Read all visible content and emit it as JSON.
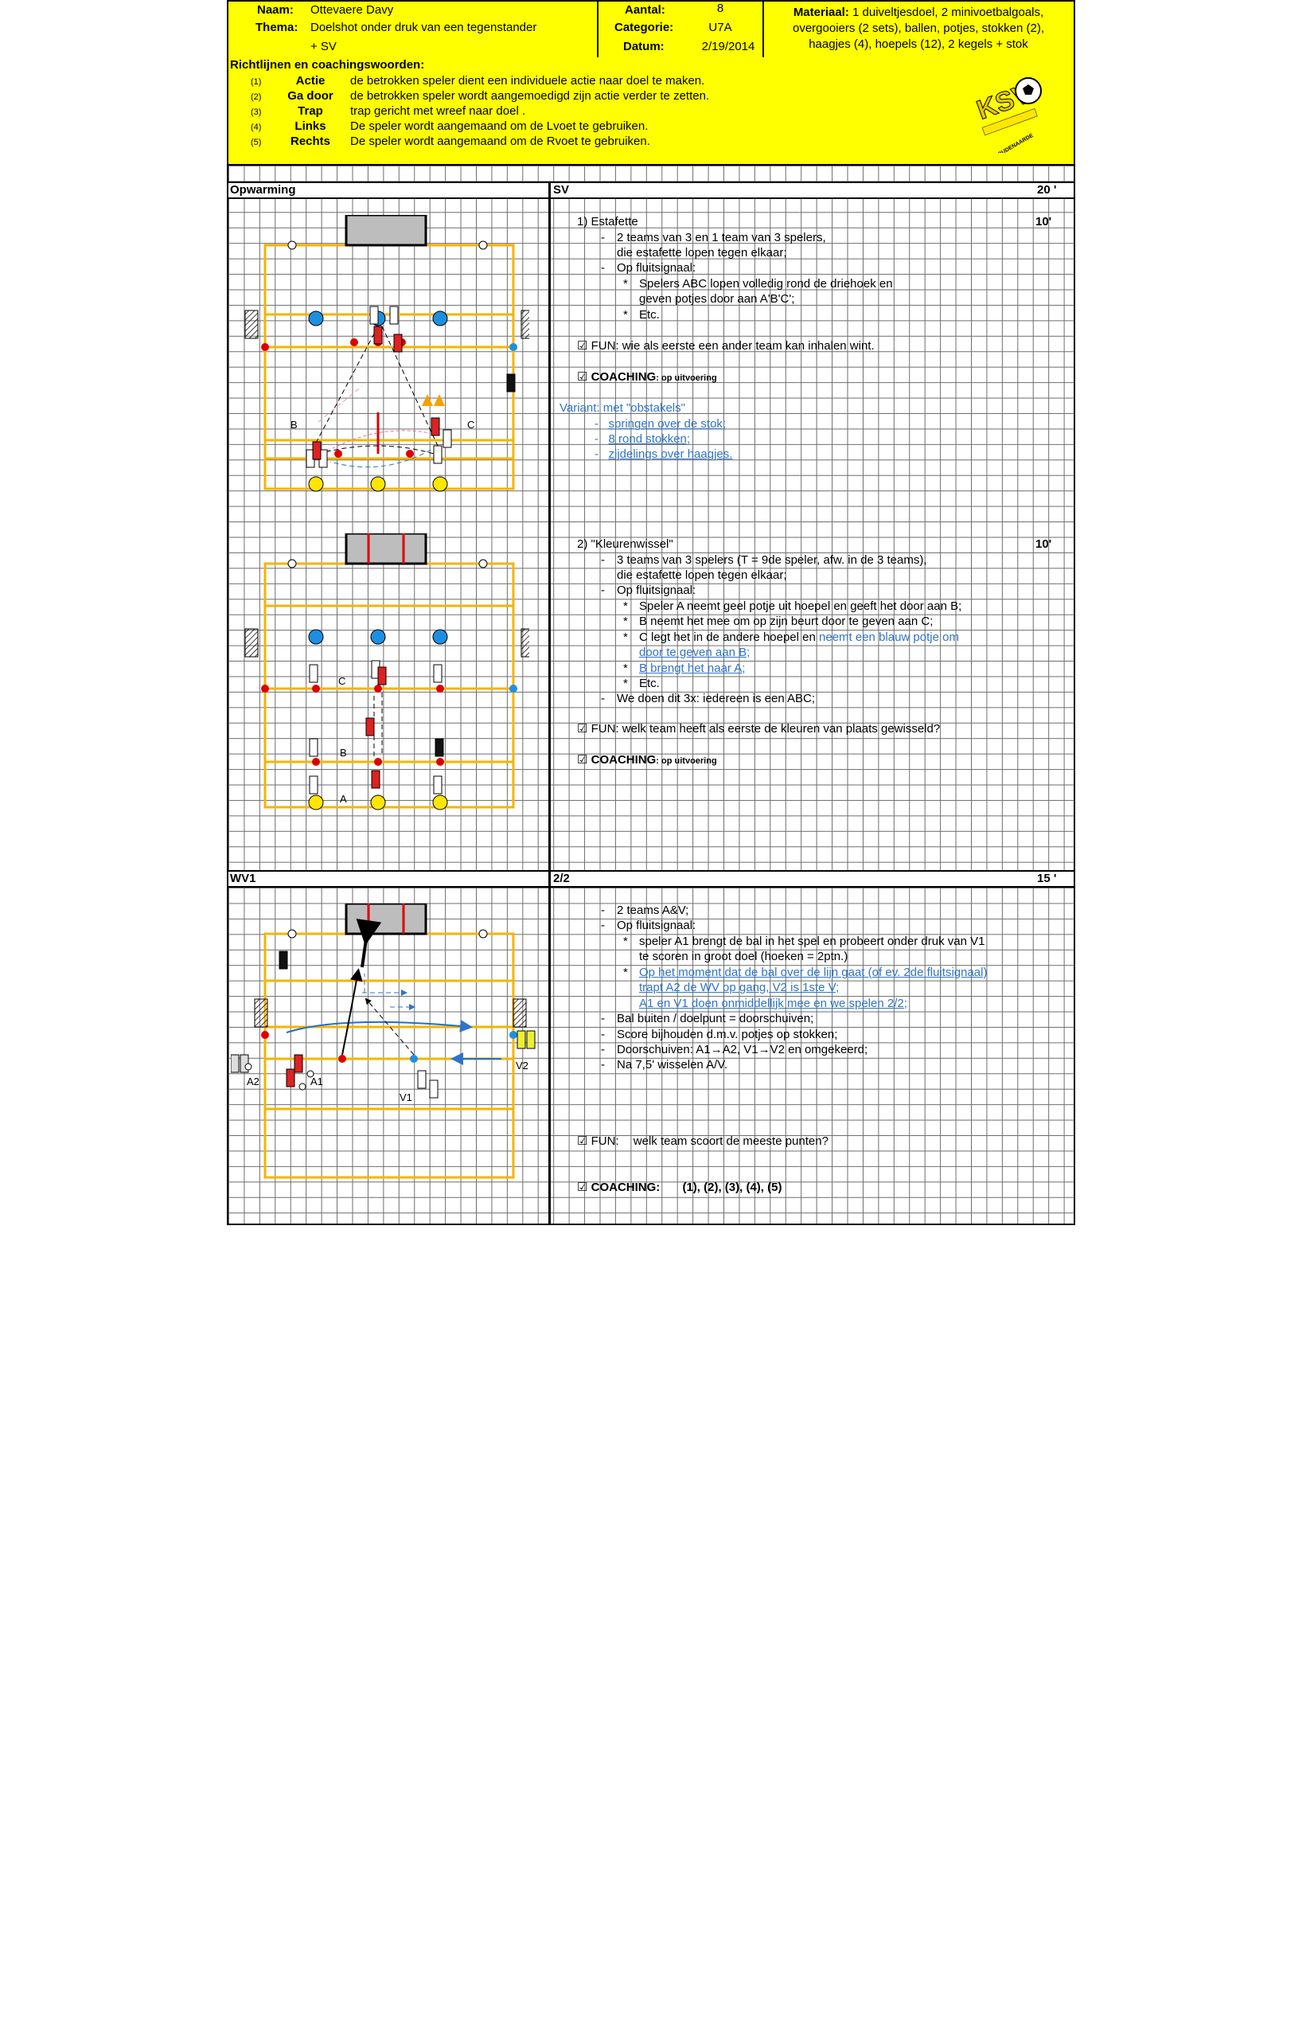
{
  "header": {
    "name_label": "Naam:",
    "name_value": "Ottevaere Davy",
    "theme_label": "Thema:",
    "theme_value_1": "Doelshot onder druk van een tegenstander",
    "theme_value_2": "+ SV",
    "count_label": "Aantal:",
    "count_value": "8",
    "category_label": "Categorie:",
    "category_value": "U7A",
    "date_label": "Datum:",
    "date_value": "2/19/2014",
    "material_label": "Materiaal:",
    "material_l1": "1 duiveltjesdoel, 2 minivoetbalgoals,",
    "material_l2": "overgooiers (2 sets), ballen, potjes, stokken (2),",
    "material_l3": "haagjes (4), hoepels (12), 2 kegels + stok"
  },
  "guidelines": {
    "title": "Richtlijnen en coachingswoorden:",
    "items": [
      {
        "num": "(1)",
        "word": "Actie",
        "desc": "de betrokken speler dient een individuele actie naar doel te maken."
      },
      {
        "num": "(2)",
        "word": "Ga door",
        "desc": "de betrokken speler wordt aangemoedigd zijn actie verder te zetten."
      },
      {
        "num": "(3)",
        "word": "Trap",
        "desc": "trap gericht met wreef naar doel ."
      },
      {
        "num": "(4)",
        "word": "Links",
        "desc": "De speler wordt aangemaand om de Lvoet te gebruiken."
      },
      {
        "num": "(5)",
        "word": "Rechts",
        "desc": "De speler wordt aangemaand om de Rvoet te gebruiken."
      }
    ],
    "logo_text": "OUDENAARDE"
  },
  "section1": {
    "left_title": "Opwarming",
    "right_title": "SV",
    "duration": "20 '",
    "ex1": {
      "title": "1) Estafette",
      "time": "10'",
      "lines": [
        {
          "m": "-",
          "t": "2 teams van 3 en 1 team van 3 spelers,",
          "ind": 1
        },
        {
          "m": "",
          "t": "die estafette lopen tegen elkaar;",
          "ind": 1
        },
        {
          "m": "-",
          "t": "Op fluitsignaal:",
          "ind": 1
        },
        {
          "m": "*",
          "t": "Spelers ABC lopen volledig rond de driehoek en",
          "ind": 2
        },
        {
          "m": "",
          "t": "geven potjes door aan A'B'C';",
          "ind": 2
        },
        {
          "m": "*",
          "t": "Etc.",
          "ind": 2
        }
      ],
      "fun": "FUN: wie als eerste een ander team kan inhalen wint.",
      "coaching": "COACHING",
      "coaching_sub": ": op uitvoering",
      "variant_title": "Variant: met \"obstakels\"",
      "variant_items": [
        "springen over de stok;",
        "8 rond stokken;",
        "zijdelings over haagjes."
      ]
    },
    "ex2": {
      "title": "2) \"Kleurenwissel\"",
      "time": "10'",
      "lines": [
        {
          "m": "-",
          "t": "3 teams van 3 spelers (T = 9de speler, afw. in de 3 teams),",
          "ind": 1,
          "blue": false
        },
        {
          "m": "",
          "t": "die estafette lopen tegen elkaar;",
          "ind": 1,
          "blue": false
        },
        {
          "m": "-",
          "t": "Op fluitsignaal:",
          "ind": 1,
          "blue": false
        },
        {
          "m": "*",
          "t": "Speler A neemt geel potje uit hoepel en geeft het door aan B;",
          "ind": 2,
          "blue": false
        },
        {
          "m": "*",
          "t": "B neemt het mee om op zijn beurt door te geven aan C;",
          "ind": 2,
          "blue": false
        },
        {
          "m": "*",
          "t": "C legt het in de andere hoepel en ",
          "t2": "neemt een blauw potje om",
          "ind": 2,
          "blue": false
        },
        {
          "m": "",
          "t": "door te geven aan B;",
          "ind": 2,
          "blue": true
        },
        {
          "m": "*",
          "t": "B brengt het naar A;",
          "ind": 2,
          "blue": true
        },
        {
          "m": "*",
          "t": "Etc.",
          "ind": 2,
          "blue": false
        },
        {
          "m": "-",
          "t": "We doen dit 3x: iedereen is een ABC;",
          "ind": 1,
          "blue": false
        }
      ],
      "fun": "FUN: welk team heeft als eerste de kleuren van plaats gewisseld?",
      "coaching": "COACHING",
      "coaching_sub": ": op uitvoering"
    },
    "labels": {
      "b": "B",
      "c": "C",
      "a": "A"
    }
  },
  "section2": {
    "left_title": "WV1",
    "right_title": "2/2",
    "duration": "15 '",
    "lines": [
      {
        "m": "-",
        "t": "2 teams A&V;",
        "ind": 1,
        "blue": false
      },
      {
        "m": "-",
        "t": "Op fluitsignaal:",
        "ind": 1,
        "blue": false
      },
      {
        "m": "*",
        "t": "speler A1 brengt de bal in het spel en probeert onder druk van V1",
        "ind": 2,
        "blue": false
      },
      {
        "m": "",
        "t": "te scoren in groot doel (hoeken = 2ptn.)",
        "ind": 2,
        "blue": false
      },
      {
        "m": "*",
        "t": "Op het moment dat de bal over de lijn gaat (of ev. 2de fluitsignaal)",
        "ind": 2,
        "blue": true
      },
      {
        "m": "",
        "t": "trapt A2 de WV op gang, V2 is 1ste V;",
        "ind": 2,
        "blue": true
      },
      {
        "m": "",
        "t": "A1 en V1 doen onmiddellijk mee en we spelen 2/2;",
        "ind": 2,
        "blue": true
      },
      {
        "m": "-",
        "t": "Bal buiten / doelpunt = doorschuiven;",
        "ind": 1,
        "blue": false
      },
      {
        "m": "-",
        "t": "Score bijhouden d.m.v. potjes op stokken;",
        "ind": 1,
        "blue": false
      },
      {
        "m": "-",
        "t": "Doorschuiven: A1→A2, V1→V2 en omgekeerd;",
        "ind": 1,
        "blue": false
      },
      {
        "m": "-",
        "t": "Na 7,5' wisselen A/V.",
        "ind": 1,
        "blue": false
      }
    ],
    "fun_label": "FUN:",
    "fun_text": "welk team scoort de meeste punten?",
    "coaching_label": "COACHING:",
    "coaching_text": "(1), (2), (3), (4), (5)",
    "labels": {
      "a1": "A1",
      "a2": "A2",
      "v1": "V1",
      "v2": "V2"
    }
  },
  "colors": {
    "header_bg": "#ffff00",
    "field_line": "#f5b400",
    "blue_text": "#2f74c8",
    "grid": "#6d6d6d"
  },
  "icons": {
    "checkbox": "checkbox-icon",
    "logo": "club-logo-icon"
  }
}
